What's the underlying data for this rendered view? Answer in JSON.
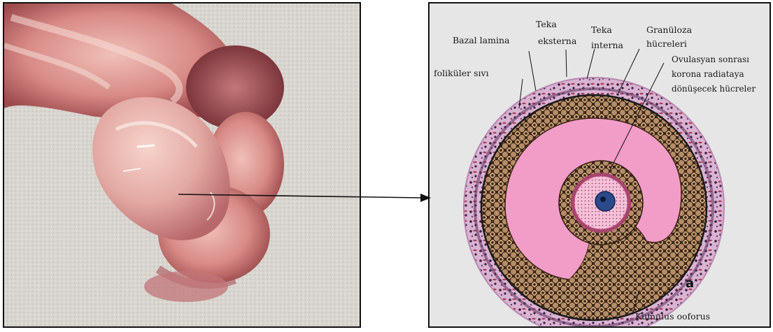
{
  "photo": {
    "subject": "ovary-tissue-photo"
  },
  "diagram": {
    "panel_letter": "a",
    "labels": {
      "teka_eksterna_1": "Teka",
      "teka_eksterna_2": "eksterna",
      "teka_interna_1": "Teka",
      "teka_interna_2": "interna",
      "granuloza_1": "Granüloza",
      "granuloza_2": "hücreleri",
      "bazal_lamina": "Bazal lamina",
      "folikuler_sivi": "foliküler sıvı",
      "ovulasyan_1": "Ovulasyan sonrası",
      "ovulasyan_2": "korona radiataya",
      "ovulasyan_3": "dönüşecek hücreler",
      "kumulus": "Kumulus ooforus"
    }
  },
  "colors": {
    "follicular_fluid": "#f29cc8",
    "granulosa": "#5a3b22",
    "theca": "#cfa3c6",
    "nucleus": "#2a4a8c",
    "photo_tissue": "#e8a8a0",
    "background_cloth": "#e9e7e1"
  }
}
